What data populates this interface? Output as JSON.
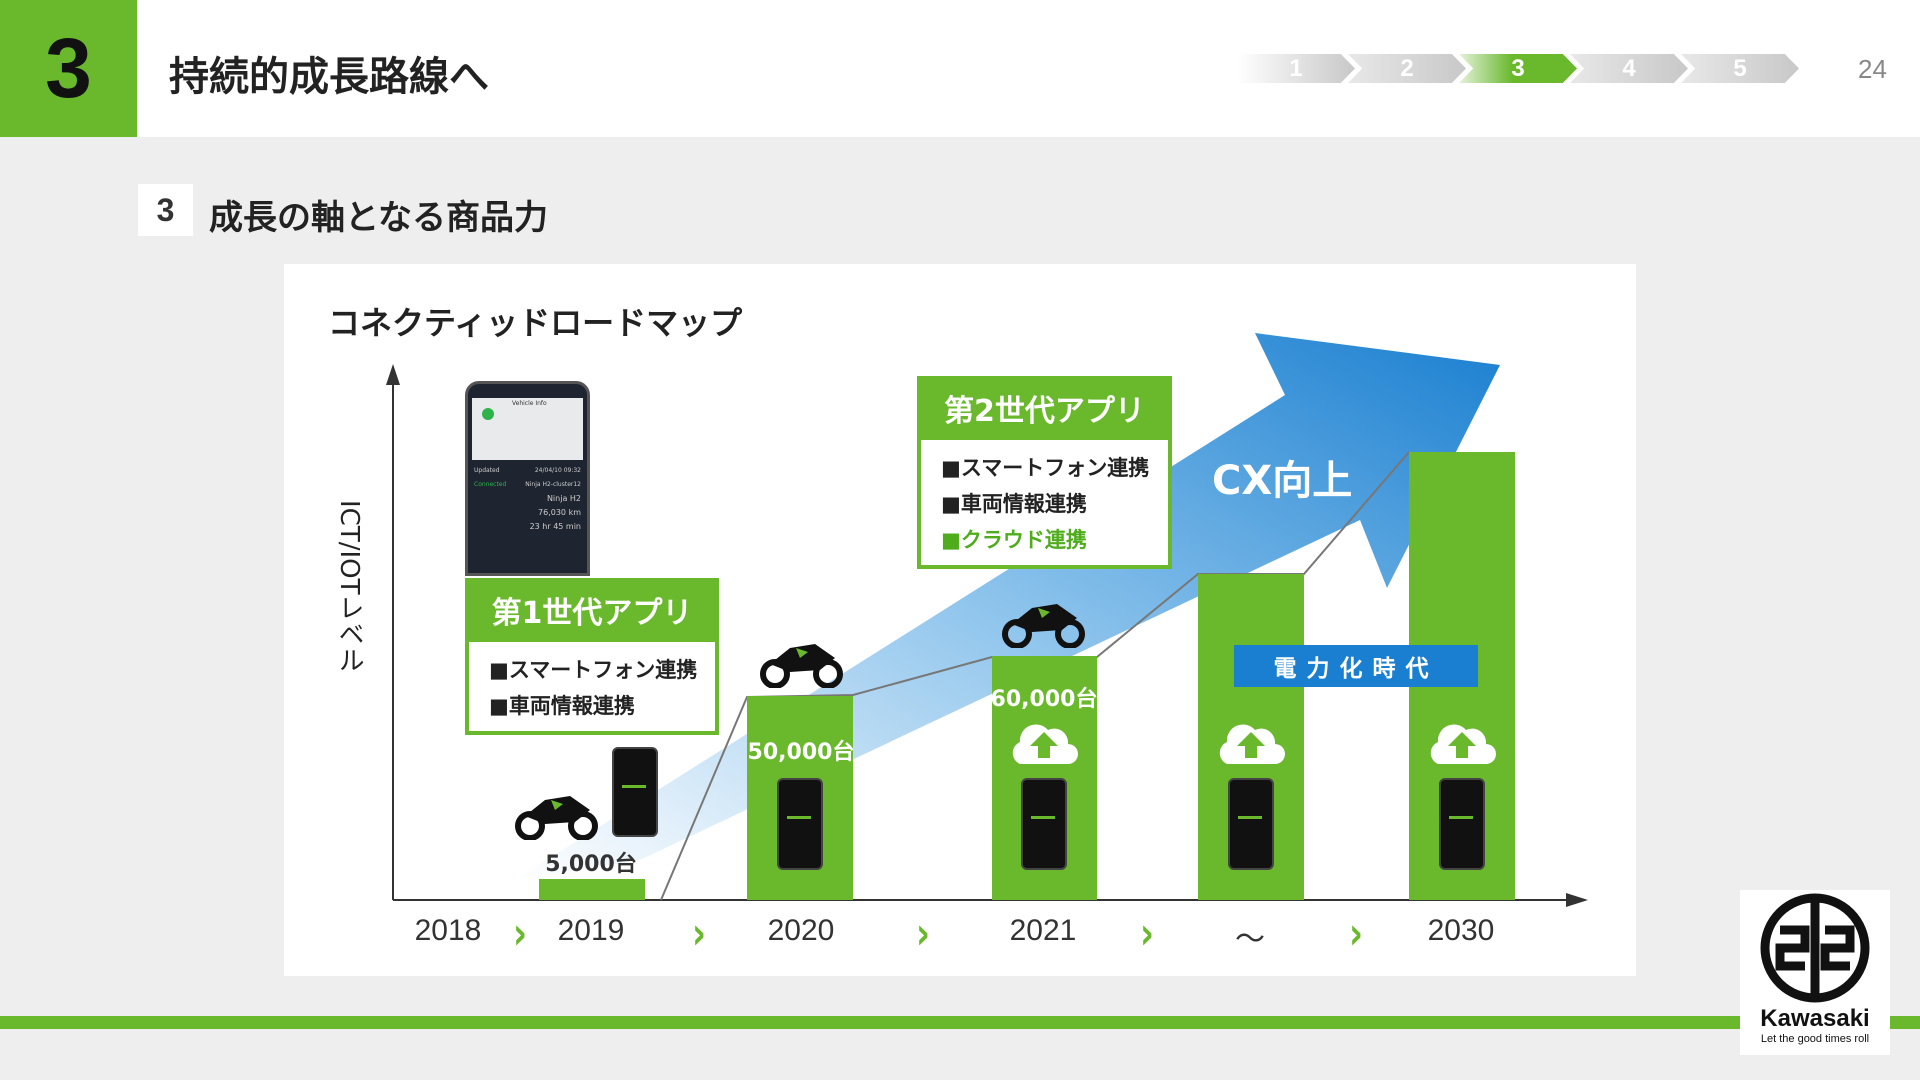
{
  "header": {
    "section_number": "3",
    "title": "持続的成長路線へ",
    "steps": [
      "1",
      "2",
      "3",
      "4",
      "5"
    ],
    "active_step": "3",
    "page_number": "24"
  },
  "subheader": {
    "number": "3",
    "title": "成長の軸となる商品力"
  },
  "panel": {
    "title": "コネクティッドロードマップ",
    "y_axis_label": "ICT/IOTレベル",
    "years": [
      "2018",
      "2019",
      "2020",
      "2021",
      "〜",
      "2030"
    ],
    "counts": {
      "y2019": "5,000台",
      "y2020": "50,000台",
      "y2021": "60,000台"
    },
    "gen1": {
      "title": "第1世代アプリ",
      "items": [
        "■スマートフォン連携",
        "■車両情報連携"
      ]
    },
    "gen2": {
      "title": "第2世代アプリ",
      "items": [
        "■スマートフォン連携",
        "■車両情報連携",
        "■クラウド連携"
      ]
    },
    "arrow_label": "CX向上",
    "era_label": "電力化時代",
    "phone_screen": {
      "header": "Vehicle Info",
      "updated": "Updated",
      "date": "24/04/10 09:32",
      "status": "Connected",
      "vehicle_id": "Ninja H2-cluster12",
      "model": "Ninja H2",
      "odometer": "76,030 km",
      "time": "23 hr 45 min"
    }
  },
  "brand": {
    "name": "Kawasaki",
    "tagline": "Let the good times roll"
  },
  "colors": {
    "green": "#6ab92d",
    "blue": "#1a7fd0"
  }
}
